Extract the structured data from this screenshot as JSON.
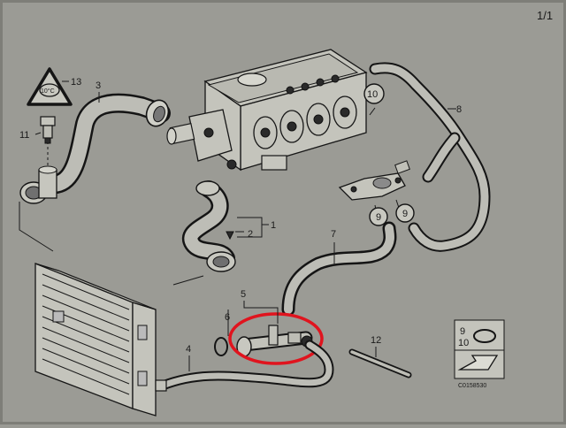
{
  "page": {
    "page_number": "1/1",
    "diagram_id": "C0158530"
  },
  "badge": {
    "label": "10°C"
  },
  "callouts": {
    "c1": "1",
    "c2": "2",
    "c3": "3",
    "c4": "4",
    "c5": "5",
    "c6": "6",
    "c7": "7",
    "c8": "8",
    "c9a": "9",
    "c9b": "9",
    "c10": "10",
    "c11": "11",
    "c12": "12",
    "c13": "13"
  },
  "legend": {
    "num_top": "9",
    "num_bottom": "10"
  },
  "colors": {
    "paper": "#9a9a94",
    "ink": "#151515",
    "highlight": "#e0141e"
  }
}
